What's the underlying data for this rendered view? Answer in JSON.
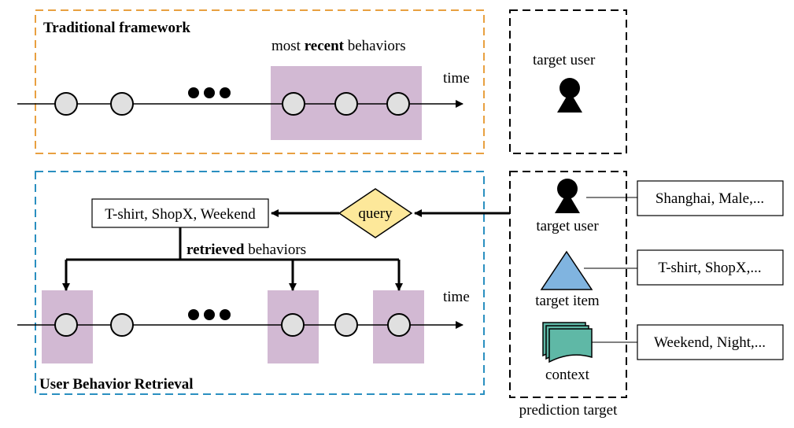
{
  "top_panel": {
    "title": "Traditional framework",
    "highlight_label_prefix": "most ",
    "highlight_label_bold": "recent",
    "highlight_label_suffix": " behaviors",
    "time_label": "time"
  },
  "bottom_panel": {
    "title": "User Behavior Retrieval",
    "query_label": "query",
    "query_result": "T-shirt, ShopX, Weekend",
    "retrieved_label_bold": "retrieved",
    "retrieved_label_suffix": " behaviors",
    "time_label": "time"
  },
  "top_target": {
    "label": "target user"
  },
  "prediction_target": {
    "caption": "prediction target",
    "user_label": "target user",
    "item_label": "target item",
    "context_label": "context"
  },
  "features": {
    "user": "Shanghai, Male,...",
    "item": "T-shirt, ShopX,...",
    "context": "Weekend, Night,..."
  },
  "colors": {
    "orange_border": "#e8a040",
    "blue_border": "#2a8fc0",
    "highlight_fill": "#d2b9d3",
    "circle_fill": "#e0e0e0",
    "query_fill": "#fde89a",
    "item_fill": "#80b4e0",
    "context_fill": "#5fb8a6"
  }
}
